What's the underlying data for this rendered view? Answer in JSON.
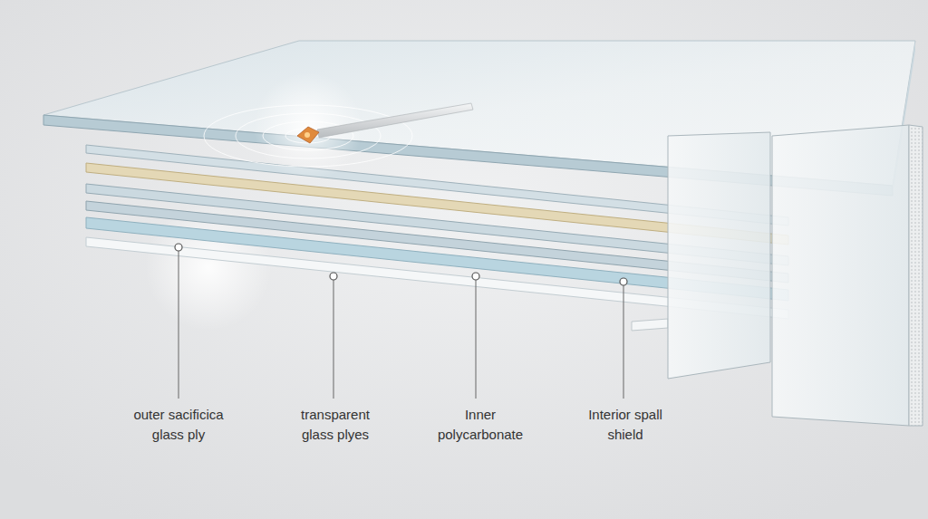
{
  "diagram": {
    "labels": [
      "outer sacificica glass ply",
      "transparent glass plyes",
      "Inner polycarbonate",
      "Interior spall shield"
    ]
  }
}
